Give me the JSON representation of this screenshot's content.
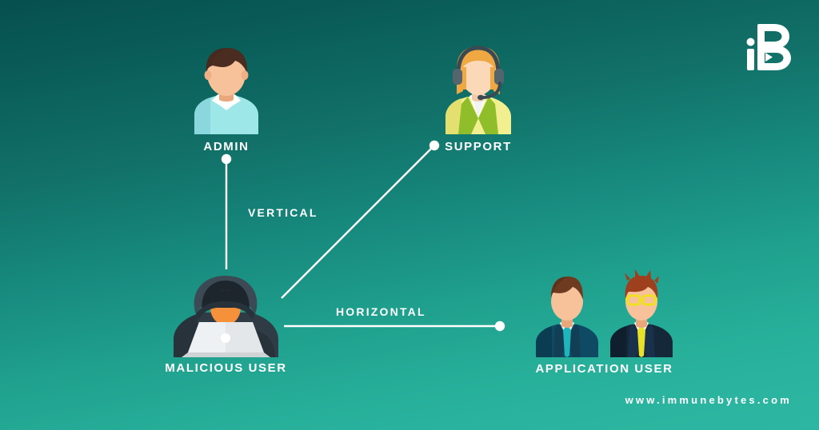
{
  "brand": {
    "logo_icon": "immunebytes-ib-monogram-icon",
    "logo_alt": "iB",
    "site_url": "www.immunebytes.com",
    "colors": {
      "background_top": "#06504f",
      "background_bottom": "#2db7a2",
      "text": "#ffffff",
      "connector": "#ffffff"
    }
  },
  "diagram": {
    "type": "privilege-escalation-diagram",
    "nodes": [
      {
        "id": "admin",
        "label": "ADMIN",
        "icon": "admin-avatar-icon"
      },
      {
        "id": "support",
        "label": "SUPPORT",
        "icon": "support-agent-avatar-icon"
      },
      {
        "id": "malicious",
        "label": "MALICIOUS USER",
        "icon": "hacker-avatar-icon"
      },
      {
        "id": "appuser",
        "label": "APPLICATION USER",
        "icon": "application-users-avatar-icon"
      }
    ],
    "connectors": [
      {
        "id": "vertical",
        "label": "VERTICAL",
        "from": "malicious",
        "to": "admin"
      },
      {
        "id": "diagonal",
        "label": "",
        "from": "malicious",
        "to": "support"
      },
      {
        "id": "horizontal",
        "label": "HORIZONTAL",
        "from": "malicious",
        "to": "appuser"
      }
    ]
  }
}
